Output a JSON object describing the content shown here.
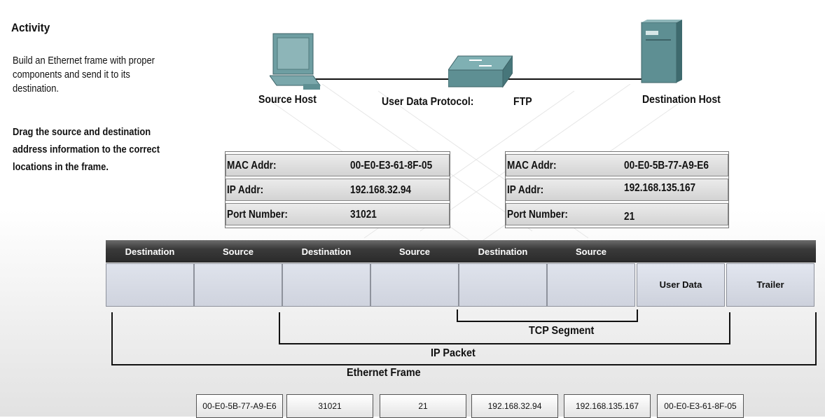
{
  "activity": {
    "title": "Activity",
    "description": "Build an Ethernet frame with proper components and send it to its destination.",
    "instruction": "Drag the source and destination address information to the correct locations in the frame."
  },
  "network": {
    "source_label": "Source Host",
    "protocol_label": "User Data Protocol:",
    "protocol_value": "FTP",
    "destination_label": "Destination Host"
  },
  "source_info": {
    "mac_label": "MAC Addr:",
    "mac_value": "00-E0-E3-61-8F-05",
    "ip_label": "IP Addr:",
    "ip_value": "192.168.32.94",
    "port_label": "Port Number:",
    "port_value": "31021"
  },
  "destination_info": {
    "mac_label": "MAC Addr:",
    "mac_value": "00-E0-5B-77-A9-E6",
    "ip_label": "IP Addr:",
    "ip_value": "192.168.135.167",
    "port_label": "Port Number:",
    "port_value": "21"
  },
  "frame": {
    "headers": [
      "Destination",
      "Source",
      "Destination",
      "Source",
      "Destination",
      "Source"
    ],
    "user_data": "User Data",
    "trailer": "Trailer",
    "tcp_segment": "TCP Segment",
    "ip_packet": "IP Packet",
    "ethernet_frame": "Ethernet Frame"
  },
  "chips": [
    "00-E0-5B-77-A9-E6",
    "31021",
    "21",
    "192.168.32.94",
    "192.168.135.167",
    "00-E0-E3-61-8F-05"
  ],
  "colors": {
    "device_teal": "#5e8f93",
    "frame_header": "#3a3a3a",
    "slot_fill": "#d6dae4"
  }
}
